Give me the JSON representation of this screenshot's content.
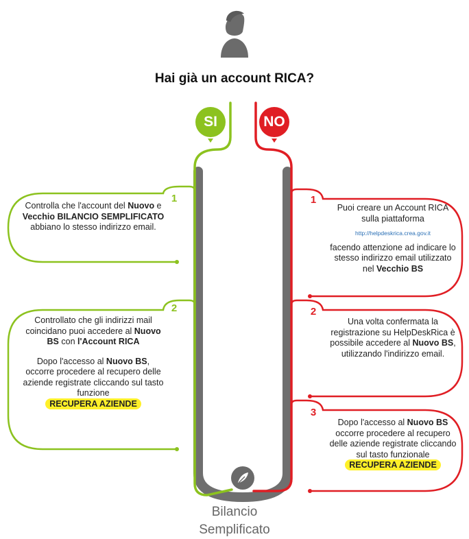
{
  "question": "Hai già un account RICA?",
  "yes_label": "SI",
  "no_label": "NO",
  "yes_steps": [
    {
      "number": "1",
      "parts": [
        "Controlla che l'account del ",
        "Nuovo",
        " e ",
        "Vecchio",
        " ",
        "BILANCIO SEMPLIFICATO",
        " abbiano lo stesso indirizzo email."
      ]
    },
    {
      "number": "2",
      "parts_a": [
        "Controllato che gli indirizzi mail coincidano puoi accedere al ",
        "Nuovo BS",
        " con ",
        "l'Account RICA"
      ],
      "parts_b": [
        "Dopo l'accesso al ",
        "Nuovo BS",
        ", occorre procedere al recupero delle aziende registrate cliccando sul tasto funzione"
      ],
      "highlight": "RECUPERA AZIENDE"
    }
  ],
  "no_steps": [
    {
      "number": "1",
      "parts": [
        "Puoi creare un Account RICA sulla piattaforma"
      ],
      "link": "http://helpdeskrica.crea.gov.it",
      "parts_after": [
        "facendo attenzione ad indicare lo stesso indirizzo email utilizzato nel ",
        "Vecchio BS"
      ]
    },
    {
      "number": "2",
      "parts": [
        "Una volta confermata la registrazione su HelpDeskRica è possibile accedere al ",
        "Nuovo BS",
        ", utilizzando l'indirizzo email."
      ]
    },
    {
      "number": "3",
      "parts": [
        "Dopo l'accesso al ",
        "Nuovo BS",
        " occorre procedere al recupero delle aziende registrate cliccando sul tasto funzionale"
      ],
      "highlight": "RECUPERA AZIENDE"
    }
  ],
  "footer": {
    "line1": "Bilancio",
    "line2": "Semplificato"
  },
  "colors": {
    "yes": "#8cc21f",
    "no": "#e01e24",
    "track": "#6f6f6f",
    "avatar": "#6b6b6b"
  },
  "icons": {
    "user": "user-avatar-icon",
    "logo": "bilancio-leaf-logo-icon"
  }
}
